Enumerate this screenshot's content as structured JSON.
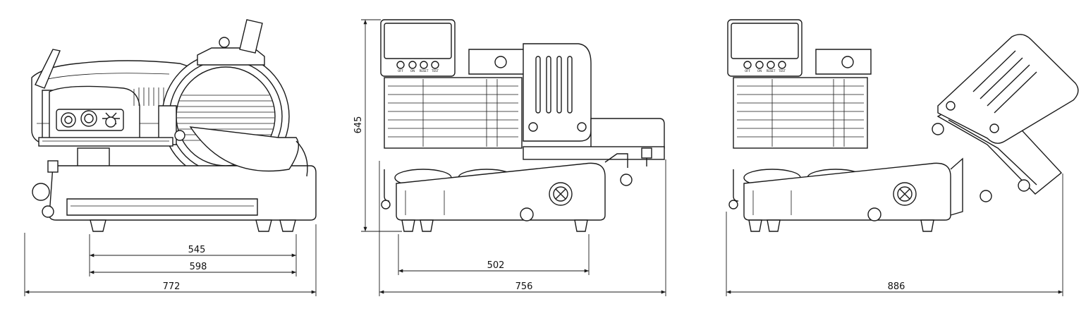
{
  "views": [
    {
      "name": "front-view",
      "dimensions": {
        "base_inner": "545",
        "base_outer": "598",
        "overall_width": "772"
      }
    },
    {
      "name": "side-view",
      "dimensions": {
        "height": "645",
        "feet_span": "502",
        "overall_width": "756"
      },
      "buttons": [
        "OFF",
        "ON",
        "RESET",
        "TEST"
      ]
    },
    {
      "name": "side-view-tilted",
      "dimensions": {
        "overall_width": "886"
      },
      "buttons": [
        "OFF",
        "ON",
        "RESET",
        "TEST"
      ]
    }
  ],
  "colors": {
    "line": "#1a1a1a",
    "background": "#ffffff"
  }
}
